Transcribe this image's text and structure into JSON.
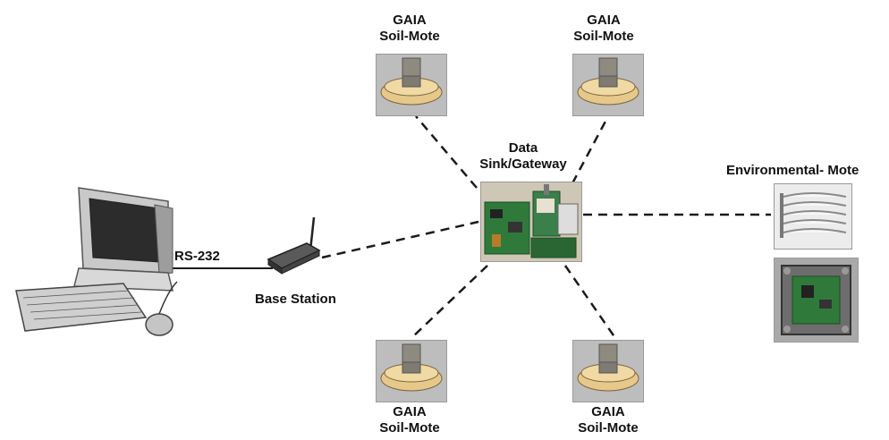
{
  "labels": {
    "soil_mote_top_left": [
      "GAIA",
      "Soil-Mote"
    ],
    "soil_mote_top_right": [
      "GAIA",
      "Soil-Mote"
    ],
    "soil_mote_bottom_left": [
      "GAIA",
      "Soil-Mote"
    ],
    "soil_mote_bottom_right": [
      "GAIA",
      "Soil-Mote"
    ],
    "gateway": [
      "Data",
      "Sink/Gateway"
    ],
    "environmental_mote": "Environmental- Mote",
    "base_station": "Base Station",
    "serial_link": "RS-232"
  },
  "colors": {
    "link": "#1a1a1a",
    "mote_body": "#e6c98a",
    "pcb": "#2f7a3a"
  }
}
